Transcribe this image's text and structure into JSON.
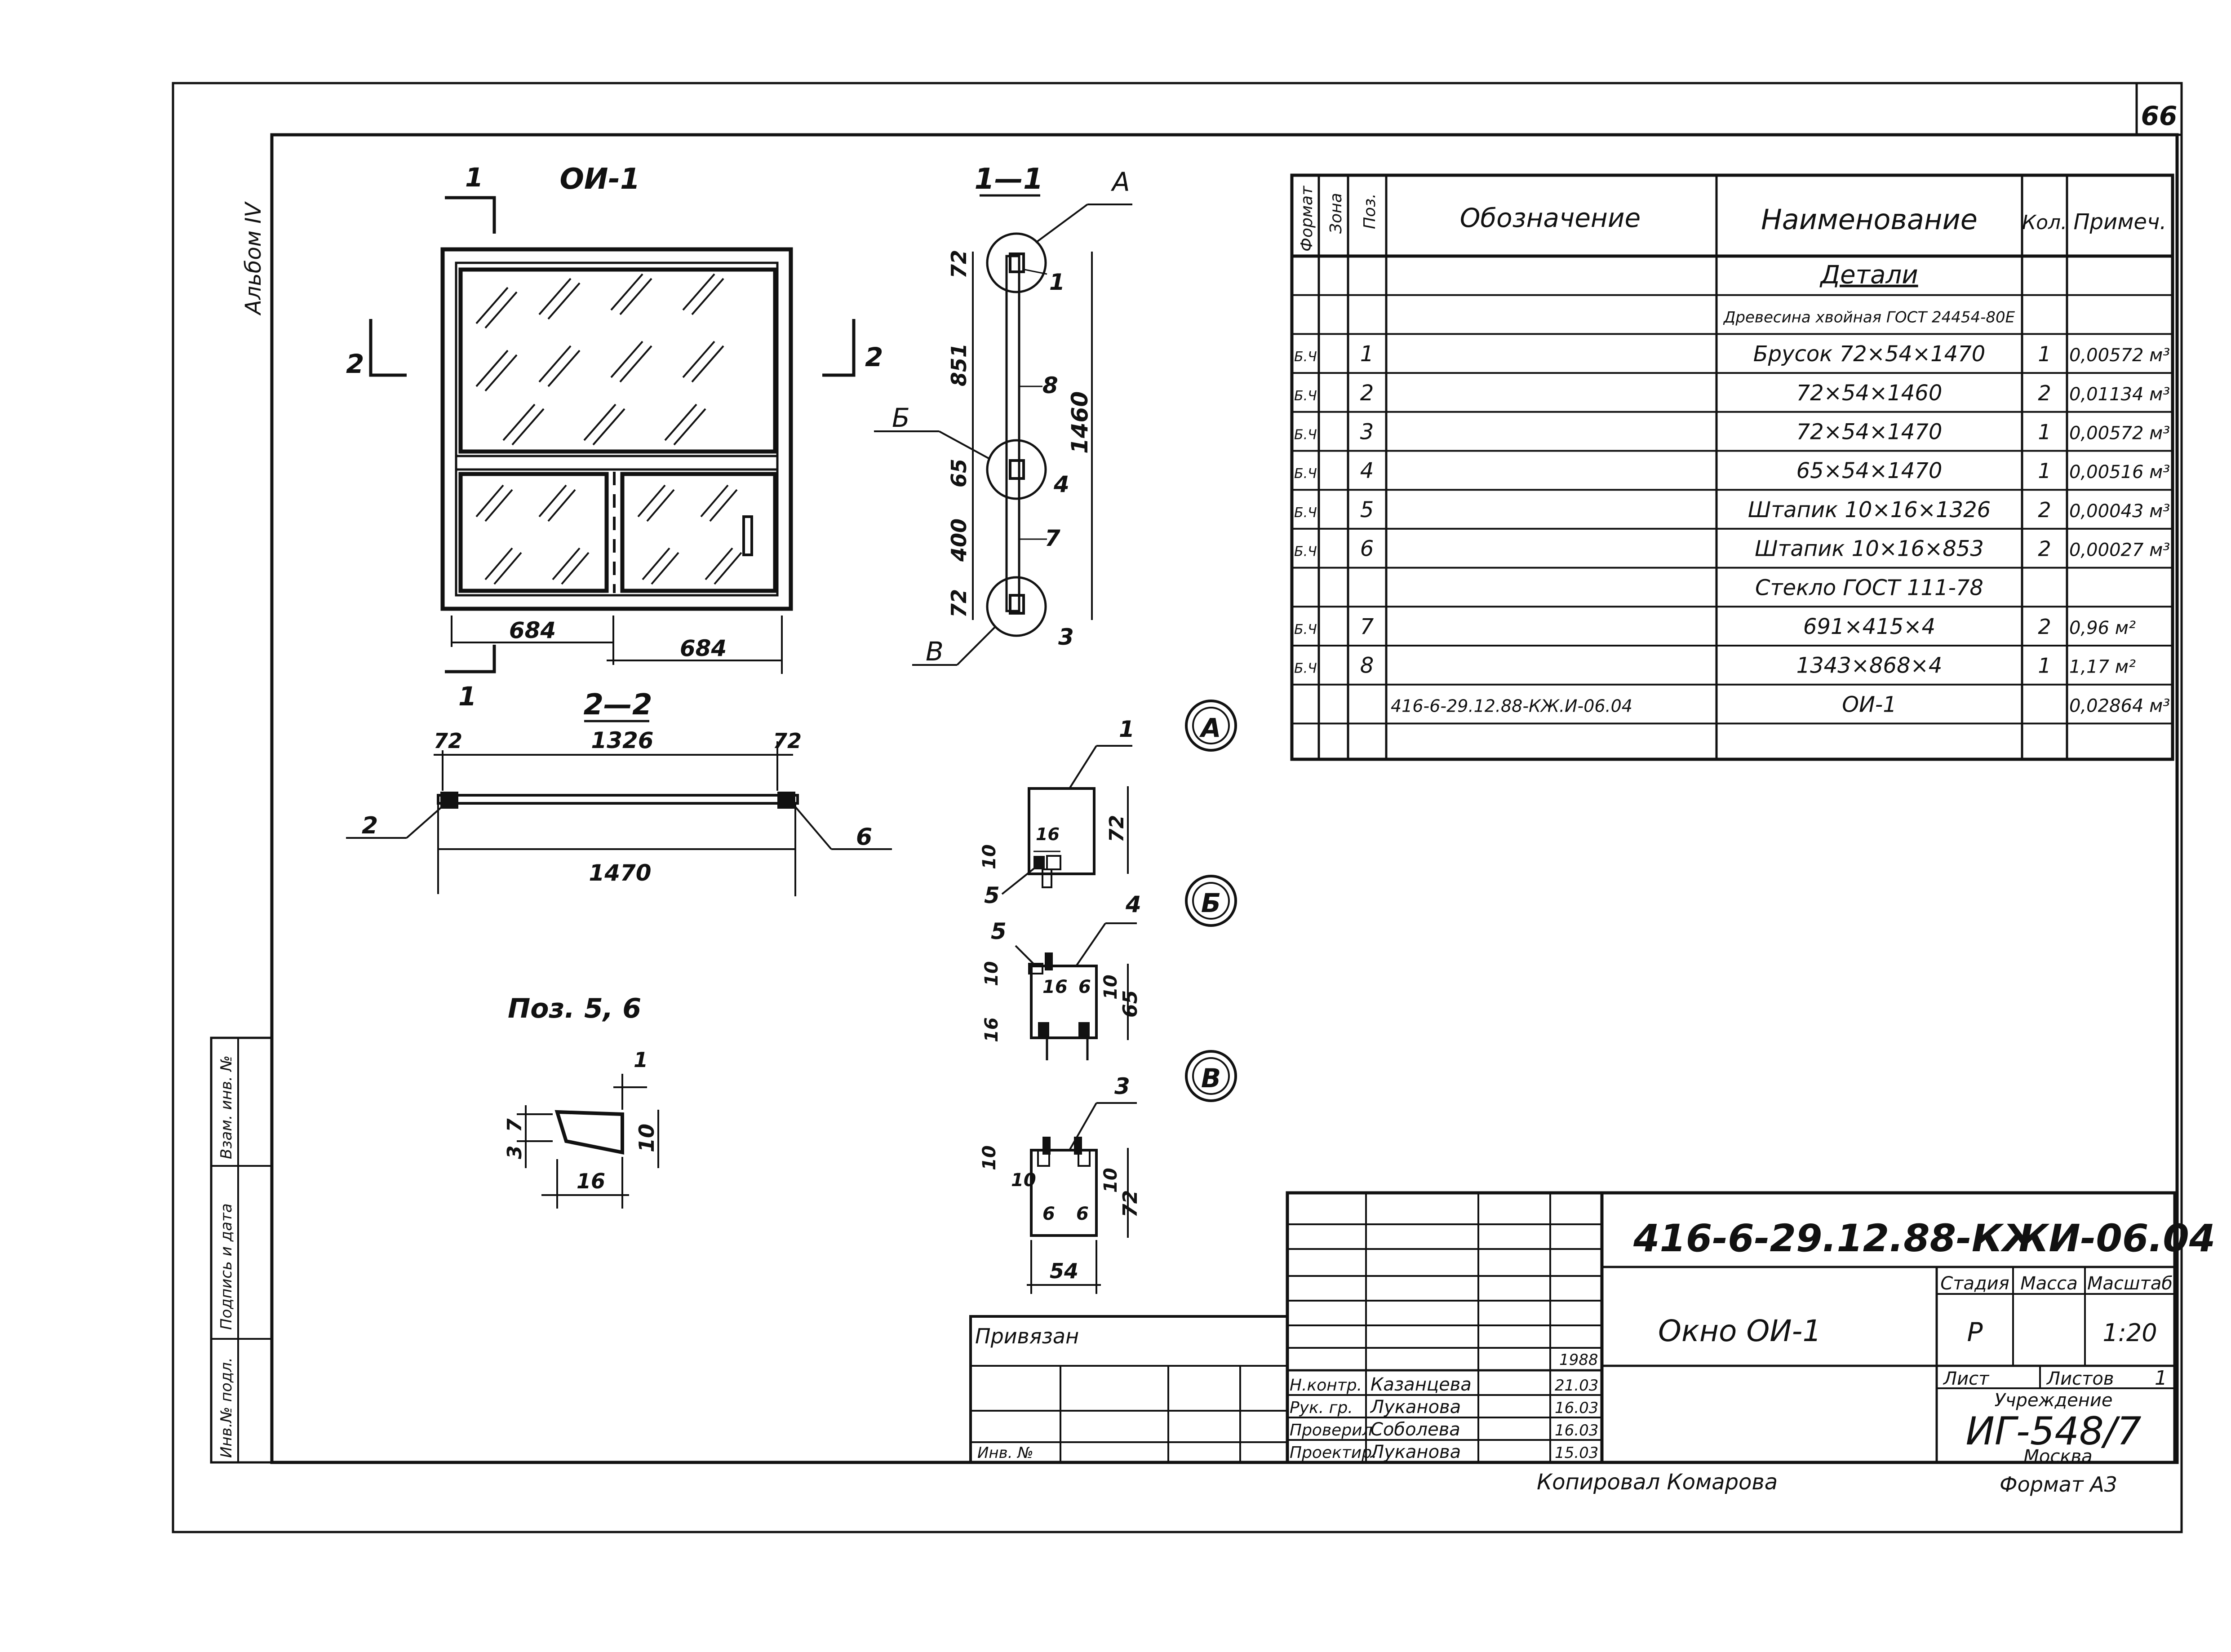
{
  "sheet": {
    "number": "66",
    "album": "Альбом IV",
    "format": "Формат А3",
    "copied_by": "Копировал Комарова",
    "attached": "Привязан",
    "inv_no": "Инв. №"
  },
  "side_stamp": {
    "inv_orig": "Инв.№ подл.",
    "sign_date": "Подпись и дата",
    "replace_inv": "Взам. инв. №"
  },
  "views": {
    "front_title": "ОИ-1",
    "section11_title": "1—1",
    "section22_title": "2—2",
    "poz_title": "Поз. 5, 6",
    "front": {
      "dim_left": "684",
      "dim_right": "684",
      "cut1_top": "1",
      "cut1_bottom": "1",
      "cut2_left": "2",
      "cut2_right": "2"
    },
    "section11": {
      "dims": [
        "72",
        "851",
        "65",
        "400",
        "72"
      ],
      "overall": "1460",
      "callouts": [
        "1",
        "8",
        "4",
        "7",
        "3"
      ],
      "node_letters": [
        "А",
        "Б",
        "В"
      ]
    },
    "section22": {
      "dim_left": "72",
      "dim_mid": "1326",
      "dim_right": "72",
      "overall": "1470",
      "callout_left": "2",
      "callout_right": "6"
    },
    "poz": {
      "d1": "1",
      "d3": "3",
      "d7": "7",
      "d10": "10",
      "d16": "16"
    }
  },
  "details": {
    "A": {
      "letter": "А",
      "callouts": [
        "1",
        "5"
      ],
      "dims": [
        "16",
        "72",
        "10"
      ]
    },
    "B": {
      "letter": "Б",
      "callouts": [
        "5",
        "4"
      ],
      "dims": [
        "10",
        "16",
        "6",
        "10",
        "65",
        "16"
      ]
    },
    "V": {
      "letter": "В",
      "callouts": [
        "3"
      ],
      "dims": [
        "10",
        "10",
        "6",
        "6",
        "10",
        "72",
        "54"
      ]
    }
  },
  "spec": {
    "headers": {
      "format": "Формат",
      "zone": "Зона",
      "pos": "Поз.",
      "designation": "Обозначение",
      "name": "Наименование",
      "qty": "Кол.",
      "note": "Примеч."
    },
    "rows": [
      {
        "format": "",
        "pos": "",
        "designation": "",
        "name": "Детали",
        "qty": "",
        "note": ""
      },
      {
        "format": "",
        "pos": "",
        "designation": "",
        "name": "Древесина хвойная ГОСТ 24454-80Е",
        "qty": "",
        "note": ""
      },
      {
        "format": "Б.Ч.",
        "pos": "1",
        "designation": "",
        "name": "Брусок 72×54×1470",
        "qty": "1",
        "note": "0,00572 м³"
      },
      {
        "format": "Б.Ч.",
        "pos": "2",
        "designation": "",
        "name": "72×54×1460",
        "qty": "2",
        "note": "0,01134 м³"
      },
      {
        "format": "Б.Ч.",
        "pos": "3",
        "designation": "",
        "name": "72×54×1470",
        "qty": "1",
        "note": "0,00572 м³"
      },
      {
        "format": "Б.Ч.",
        "pos": "4",
        "designation": "",
        "name": "65×54×1470",
        "qty": "1",
        "note": "0,00516 м³"
      },
      {
        "format": "Б.Ч.",
        "pos": "5",
        "designation": "",
        "name": "Штапик 10×16×1326",
        "qty": "2",
        "note": "0,00043 м³"
      },
      {
        "format": "Б.Ч.",
        "pos": "6",
        "designation": "",
        "name": "Штапик 10×16×853",
        "qty": "2",
        "note": "0,00027 м³"
      },
      {
        "format": "",
        "pos": "",
        "designation": "",
        "name": "Стекло ГОСТ 111-78",
        "qty": "",
        "note": ""
      },
      {
        "format": "Б.Ч.",
        "pos": "7",
        "designation": "",
        "name": "691×415×4",
        "qty": "2",
        "note": "0,96 м²"
      },
      {
        "format": "Б.Ч.",
        "pos": "8",
        "designation": "",
        "name": "1343×868×4",
        "qty": "1",
        "note": "1,17 м²"
      },
      {
        "format": "",
        "pos": "",
        "designation": "416-6-29.12.88-КЖ.И-06.04",
        "name": "ОИ-1",
        "qty": "",
        "note": "0,02864 м³"
      },
      {
        "format": "",
        "pos": "",
        "designation": "",
        "name": "",
        "qty": "",
        "note": ""
      }
    ]
  },
  "title_block": {
    "code": "416-6-29.12.88-КЖИ-06.04",
    "name": "Окно ОИ-1",
    "stage_label": "Стадия",
    "mass_label": "Масса",
    "scale_label": "Масштаб",
    "stage": "Р",
    "scale": "1:20",
    "sheet_label": "Лист",
    "sheets_label": "Листов",
    "sheets": "1",
    "org_label": "Учреждение",
    "org": "ИГ-548/7",
    "city": "Москва",
    "year": "1988",
    "staff": [
      {
        "role": "Н.контр.",
        "name": "Казанцева",
        "date": "21.03"
      },
      {
        "role": "Рук. гр.",
        "name": "Луканова",
        "date": "16.03"
      },
      {
        "role": "Проверил",
        "name": "Соболева",
        "date": "16.03"
      },
      {
        "role": "Проектир.",
        "name": "Луканова",
        "date": "15.03"
      }
    ]
  }
}
